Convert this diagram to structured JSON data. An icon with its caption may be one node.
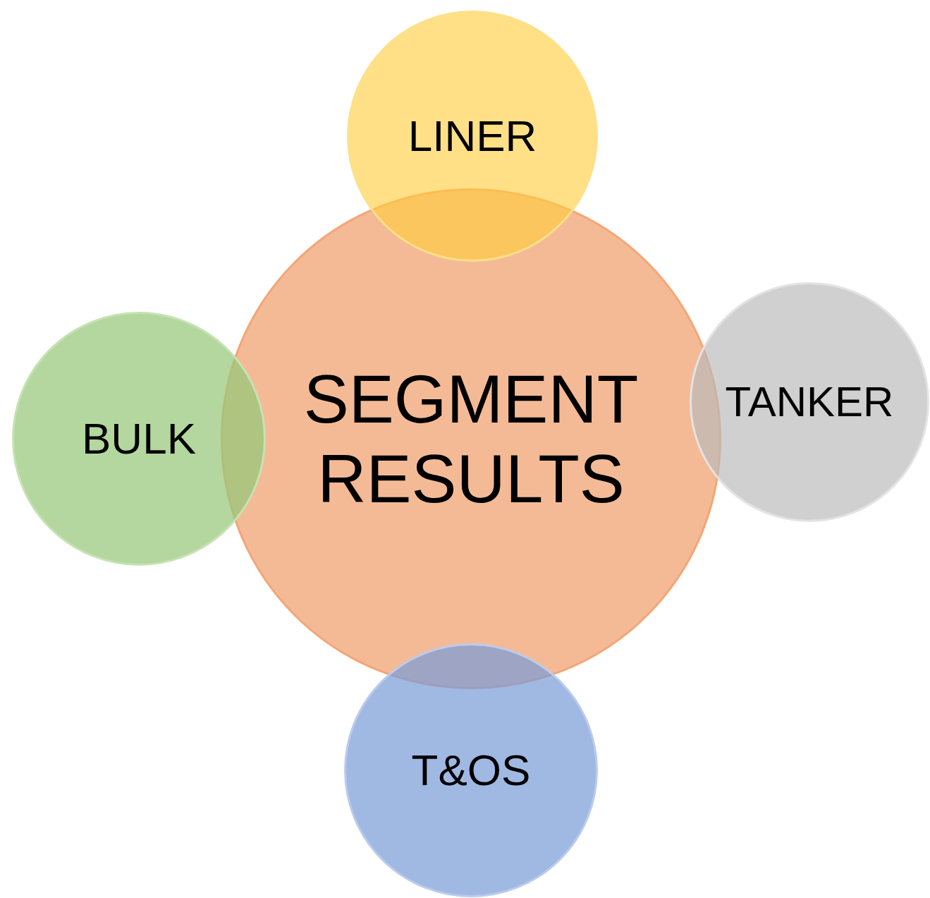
{
  "diagram": {
    "nodes": [
      {
        "text": [
          "SEGMENT RESULTS"
        ]
      },
      {
        "text": [
          "LINER"
        ]
      },
      {
        "text": [
          "TANKER"
        ]
      },
      {
        "text": [
          "BULK"
        ]
      },
      {
        "text": [
          "T&OS"
        ]
      }
    ]
  }
}
